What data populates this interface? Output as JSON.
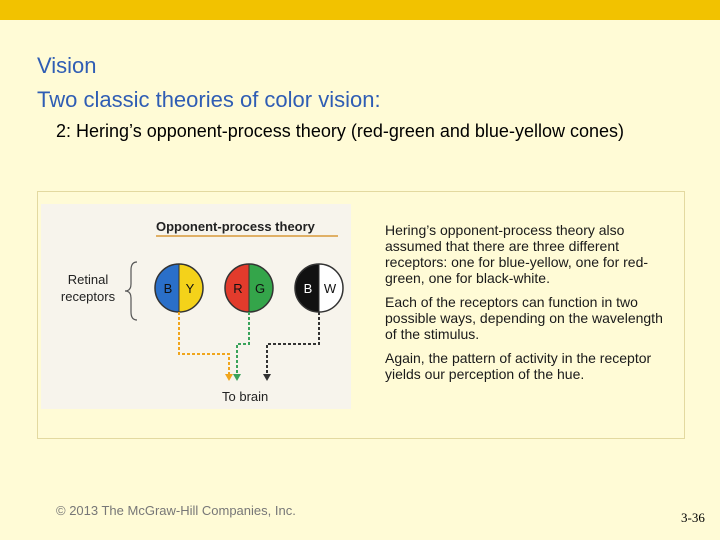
{
  "slide": {
    "title": "Vision",
    "subtitle": "Two classic theories of color vision:",
    "point": "2: Hering’s opponent-process theory (red-green and blue-yellow cones)"
  },
  "figure": {
    "heading": "Opponent-process theory",
    "side_label_line1": "Retinal",
    "side_label_line2": "receptors",
    "receptors": [
      {
        "left": "B",
        "right": "Y",
        "left_color": "#2a6fc9",
        "right_color": "#f4d21a"
      },
      {
        "left": "R",
        "right": "G",
        "left_color": "#e23b2c",
        "right_color": "#34a54a"
      },
      {
        "left": "B",
        "right": "W",
        "left_color": "#111111",
        "right_color": "#ffffff"
      }
    ],
    "output_label": "To brain",
    "pathway_colors": [
      "#f0a51c",
      "#3aa35b",
      "#333333"
    ]
  },
  "notes": [
    "Hering’s opponent-process theory also assumed that there are three different receptors: one for blue-yellow, one for red-green, one for black-white.",
    "Each of the receptors can function in two possible ways, depending on the wavelength of the stimulus.",
    "Again, the pattern of activity in the receptor yields our perception of the hue."
  ],
  "footer": "© 2013 The McGraw-Hill Companies, Inc.",
  "page_number": "3-36",
  "colors": {
    "accent_bar": "#f2c200",
    "title": "#2f5db4",
    "background": "#fffbd6"
  }
}
